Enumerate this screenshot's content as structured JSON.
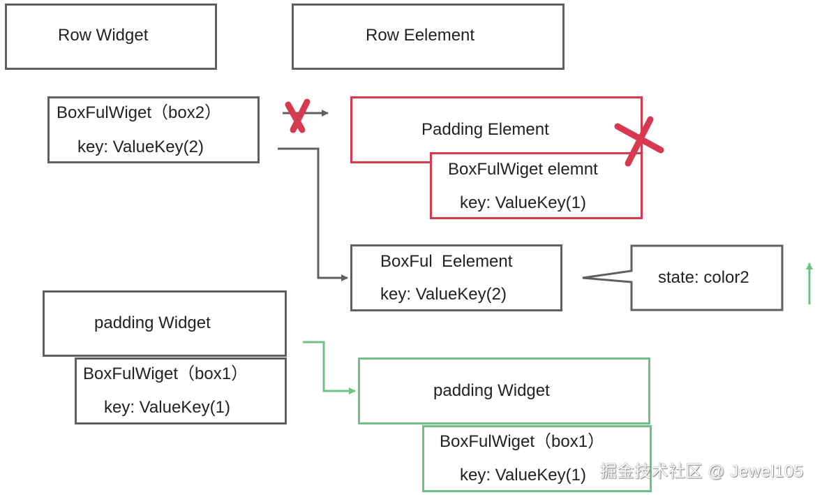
{
  "widget_tree": {
    "row_widget": "Row Widget",
    "box2_widget": {
      "title": "BoxFulWiget（box2）",
      "key": "key: ValueKey(2)"
    },
    "padding_widget": "padding Widget",
    "box1_widget": {
      "title": "BoxFulWiget（box1）",
      "key": "key: ValueKey(1)"
    }
  },
  "element_tree": {
    "row_element": "Row Eelement",
    "padding_element": "Padding Element",
    "box1_element": {
      "title": "BoxFulWiget elemnt",
      "key": "key: ValueKey(1)"
    },
    "box2_element": {
      "title": "BoxFul  Eelement",
      "key": "key: ValueKey(2)"
    },
    "state_callout": "state: color2",
    "new_padding_widget": "padding Widget",
    "new_box1_widget": {
      "title": "BoxFulWiget（box1）",
      "key": "key: ValueKey(1)"
    }
  },
  "colors": {
    "neutral": "#5f5f5f",
    "removed": "#d73a4f",
    "added": "#6fbf86"
  },
  "icons": {
    "blocked_arrow": "cross-mark-icon",
    "removed_element": "cross-mark-icon",
    "move_up": "arrow-up-icon"
  },
  "watermark": "掘金技术社区 @ Jewel105"
}
